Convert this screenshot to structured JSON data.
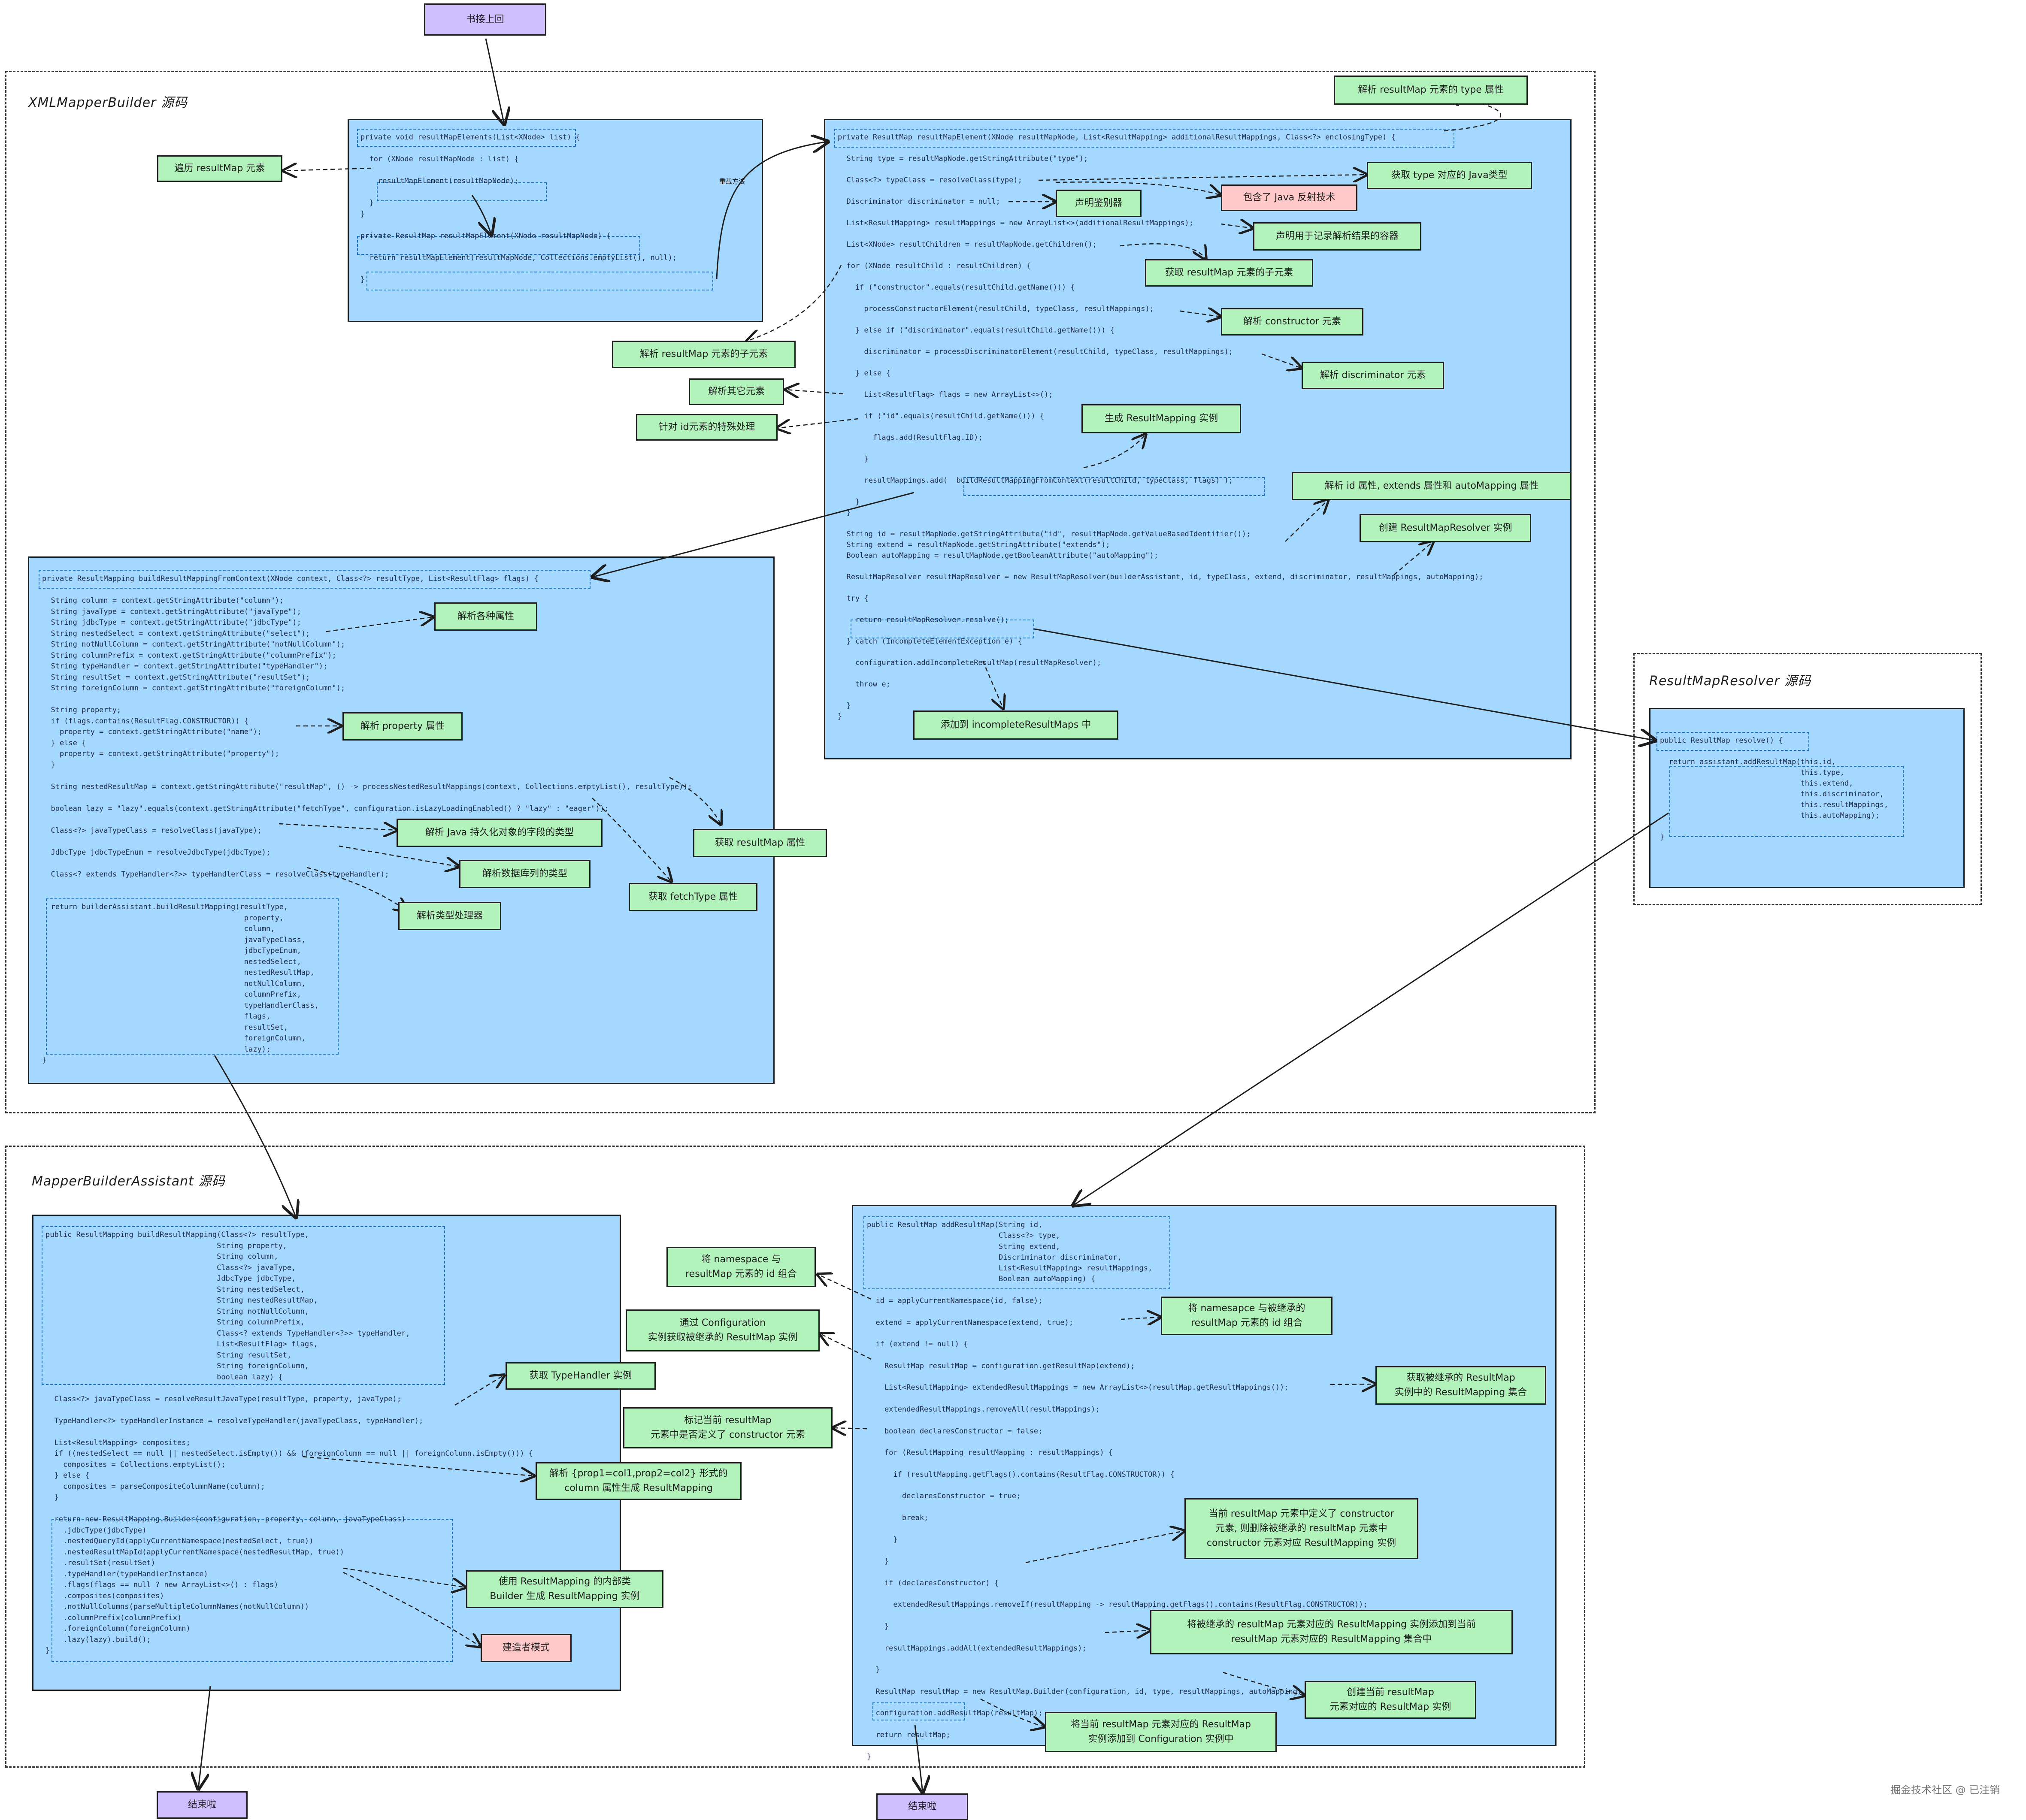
{
  "start": "书接上回",
  "end1": "结束啦",
  "end2": "结束啦",
  "watermark": "掘金技术社区 @ 已注销",
  "edge_label": "重载方法",
  "regions": {
    "xml": "XMLMapperBuilder 源码",
    "resolver": "ResultMapResolver 源码",
    "assistant": "MapperBuilderAssistant 源码"
  },
  "code": {
    "elements": "private void resultMapElements(List<XNode> list) {\n\n  for (XNode resultMapNode : list) {\n\n    resultMapElement(resultMapNode);\n\n  }\n}\n\nprivate ResultMap resultMapElement(XNode resultMapNode) {\n\n  return resultMapElement(resultMapNode, Collections.emptyList(), null);\n\n}",
    "resultMapElement": "private ResultMap resultMapElement(XNode resultMapNode, List<ResultMapping> additionalResultMappings, Class<?> enclosingType) {\n\n  String type = resultMapNode.getStringAttribute(\"type\");\n\n  Class<?> typeClass = resolveClass(type);\n\n  Discriminator discriminator = null;\n\n  List<ResultMapping> resultMappings = new ArrayList<>(additionalResultMappings);\n\n  List<XNode> resultChildren = resultMapNode.getChildren();\n\n  for (XNode resultChild : resultChildren) {\n\n    if (\"constructor\".equals(resultChild.getName())) {\n\n      processConstructorElement(resultChild, typeClass, resultMappings);\n\n    } else if (\"discriminator\".equals(resultChild.getName())) {\n\n      discriminator = processDiscriminatorElement(resultChild, typeClass, resultMappings);\n\n    } else {\n\n      List<ResultFlag> flags = new ArrayList<>();\n\n      if (\"id\".equals(resultChild.getName())) {\n\n        flags.add(ResultFlag.ID);\n\n      }\n\n      resultMappings.add(  buildResultMappingFromContext(resultChild, typeClass, flags) );\n\n    }\n  }\n\n  String id = resultMapNode.getStringAttribute(\"id\", resultMapNode.getValueBasedIdentifier());\n  String extend = resultMapNode.getStringAttribute(\"extends\");\n  Boolean autoMapping = resultMapNode.getBooleanAttribute(\"autoMapping\");\n\n  ResultMapResolver resultMapResolver = new ResultMapResolver(builderAssistant, id, typeClass, extend, discriminator, resultMappings, autoMapping);\n\n  try {\n\n    return resultMapResolver.resolve();\n\n  } catch (IncompleteElementException e) {\n\n    configuration.addIncompleteResultMap(resultMapResolver);\n\n    throw e;\n\n  }\n}",
    "buildFromContext": "private ResultMapping buildResultMappingFromContext(XNode context, Class<?> resultType, List<ResultFlag> flags) {\n\n  String column = context.getStringAttribute(\"column\");\n  String javaType = context.getStringAttribute(\"javaType\");\n  String jdbcType = context.getStringAttribute(\"jdbcType\");\n  String nestedSelect = context.getStringAttribute(\"select\");\n  String notNullColumn = context.getStringAttribute(\"notNullColumn\");\n  String columnPrefix = context.getStringAttribute(\"columnPrefix\");\n  String typeHandler = context.getStringAttribute(\"typeHandler\");\n  String resultSet = context.getStringAttribute(\"resultSet\");\n  String foreignColumn = context.getStringAttribute(\"foreignColumn\");\n\n  String property;\n  if (flags.contains(ResultFlag.CONSTRUCTOR)) {\n    property = context.getStringAttribute(\"name\");\n  } else {\n    property = context.getStringAttribute(\"property\");\n  }\n\n  String nestedResultMap = context.getStringAttribute(\"resultMap\", () -> processNestedResultMappings(context, Collections.emptyList(), resultType));\n\n  boolean lazy = \"lazy\".equals(context.getStringAttribute(\"fetchType\", configuration.isLazyLoadingEnabled() ? \"lazy\" : \"eager\"));\n\n  Class<?> javaTypeClass = resolveClass(javaType);\n\n  JdbcType jdbcTypeEnum = resolveJdbcType(jdbcType);\n\n  Class<? extends TypeHandler<?>> typeHandlerClass = resolveClass(typeHandler);\n\n\n  return builderAssistant.buildResultMapping(resultType,\n                                              property,\n                                              column,\n                                              javaTypeClass,\n                                              jdbcTypeEnum,\n                                              nestedSelect,\n                                              nestedResultMap,\n                                              notNullColumn,\n                                              columnPrefix,\n                                              typeHandlerClass,\n                                              flags,\n                                              resultSet,\n                                              foreignColumn,\n                                              lazy);\n}",
    "resolver": "public ResultMap resolve() {\n\n  return assistant.addResultMap(this.id,\n                                this.type,\n                                this.extend,\n                                this.discriminator,\n                                this.resultMappings,\n                                this.autoMapping);\n\n}",
    "assistantBuild": "public ResultMapping buildResultMapping(Class<?> resultType,\n                                       String property,\n                                       String column,\n                                       Class<?> javaType,\n                                       JdbcType jdbcType,\n                                       String nestedSelect,\n                                       String nestedResultMap,\n                                       String notNullColumn,\n                                       String columnPrefix,\n                                       Class<? extends TypeHandler<?>> typeHandler,\n                                       List<ResultFlag> flags,\n                                       String resultSet,\n                                       String foreignColumn,\n                                       boolean lazy) {\n\n  Class<?> javaTypeClass = resolveResultJavaType(resultType, property, javaType);\n\n  TypeHandler<?> typeHandlerInstance = resolveTypeHandler(javaTypeClass, typeHandler);\n\n  List<ResultMapping> composites;\n  if ((nestedSelect == null || nestedSelect.isEmpty()) && (foreignColumn == null || foreignColumn.isEmpty())) {\n    composites = Collections.emptyList();\n  } else {\n    composites = parseCompositeColumnName(column);\n  }\n\n  return new ResultMapping.Builder(configuration, property, column, javaTypeClass)\n    .jdbcType(jdbcType)\n    .nestedQueryId(applyCurrentNamespace(nestedSelect, true))\n    .nestedResultMapId(applyCurrentNamespace(nestedResultMap, true))\n    .resultSet(resultSet)\n    .typeHandler(typeHandlerInstance)\n    .flags(flags == null ? new ArrayList<>() : flags)\n    .composites(composites)\n    .notNullColumns(parseMultipleColumnNames(notNullColumn))\n    .columnPrefix(columnPrefix)\n    .foreignColumn(foreignColumn)\n    .lazy(lazy).build();\n}",
    "addResultMap": "public ResultMap addResultMap(String id,\n                              Class<?> type,\n                              String extend,\n                              Discriminator discriminator,\n                              List<ResultMapping> resultMappings,\n                              Boolean autoMapping) {\n\n  id = applyCurrentNamespace(id, false);\n\n  extend = applyCurrentNamespace(extend, true);\n\n  if (extend != null) {\n\n    ResultMap resultMap = configuration.getResultMap(extend);\n\n    List<ResultMapping> extendedResultMappings = new ArrayList<>(resultMap.getResultMappings());\n\n    extendedResultMappings.removeAll(resultMappings);\n\n    boolean declaresConstructor = false;\n\n    for (ResultMapping resultMapping : resultMappings) {\n\n      if (resultMapping.getFlags().contains(ResultFlag.CONSTRUCTOR)) {\n\n        declaresConstructor = true;\n\n        break;\n\n      }\n\n    }\n\n    if (declaresConstructor) {\n\n      extendedResultMappings.removeIf(resultMapping -> resultMapping.getFlags().contains(ResultFlag.CONSTRUCTOR));\n\n    }\n\n    resultMappings.addAll(extendedResultMappings);\n\n  }\n\n  ResultMap resultMap = new ResultMap.Builder(configuration, id, type, resultMappings, autoMapping).discriminator(discriminator).build();\n\n  configuration.addResultMap(resultMap);\n\n  return resultMap;\n\n}"
  },
  "notes": {
    "n_iterate": "遍历 resultMap 元素",
    "n_type_attr": "解析 resultMap 元素的 type 属性",
    "n_java_type": "获取 type 对应的 Java类型",
    "n_reflect": "包含了 Java 反射技术",
    "n_discriminator_decl": "声明鉴别器",
    "n_container": "声明用于记录解析结果的容器",
    "n_children": "获取 resultMap 元素的子元素",
    "n_parse_children": "解析 resultMap 元素的子元素",
    "n_constructor": "解析 constructor 元素",
    "n_discriminator": "解析 discriminator 元素",
    "n_other": "解析其它元素",
    "n_id_special": "针对 id元素的特殊处理",
    "n_gen_mapping": "生成 ResultMapping 实例",
    "n_id_extend": "解析 id 属性, extends 属性和 autoMapping 属性",
    "n_create_resolver": "创建 ResultMapResolver 实例",
    "n_incomplete": "添加到 incompleteResultMaps 中",
    "n_attrs": "解析各种属性",
    "n_property": "解析 property 属性",
    "n_resultmap_attr": "获取 resultMap 属性",
    "n_java_field": "解析 Java 持久化对象的字段的类型",
    "n_fetch": "获取 fetchType 属性",
    "n_db_col": "解析数据库列的类型",
    "n_type_handler": "解析类型处理器",
    "n_get_handler": "获取 TypeHandler 实例",
    "n_composite": "解析 {prop1=col1,prop2=col2} 形式的\ncolumn 属性生成 ResultMapping",
    "n_builder": "使用 ResultMapping 的内部类\nBuilder 生成 ResultMapping 实例",
    "n_builder_pattern": "建造者模式",
    "n_ns_id": "将 namespace 与\nresultMap 元素的 id 组合",
    "n_ns_extend": "将 namesapce 与被继承的\nresultMap 元素的 id 组合",
    "n_get_inherited": "通过 Configuration\n实例获取被继承的 ResultMap 实例",
    "n_inherited_set": "获取被继承的 ResultMap\n实例中的 ResultMapping 集合",
    "n_mark_constructor": "标记当前 resultMap\n元素中是否定义了 constructor 元素",
    "n_delete_constructor": "当前 resultMap 元素中定义了 constructor\n元素, 则删除被继承的 resultMap 元素中\nconstructor 元素对应 ResultMapping 实例",
    "n_add_inherited": "将被继承的 resultMap 元素对应的 ResultMapping 实例添加到当前\nresultMap 元素对应的 ResultMapping 集合中",
    "n_create_rm": "创建当前 resultMap\n元素对应的 ResultMap 实例",
    "n_add_config": "将当前 resultMap 元素对应的 ResultMap\n实例添加到 Configuration 实例中"
  }
}
